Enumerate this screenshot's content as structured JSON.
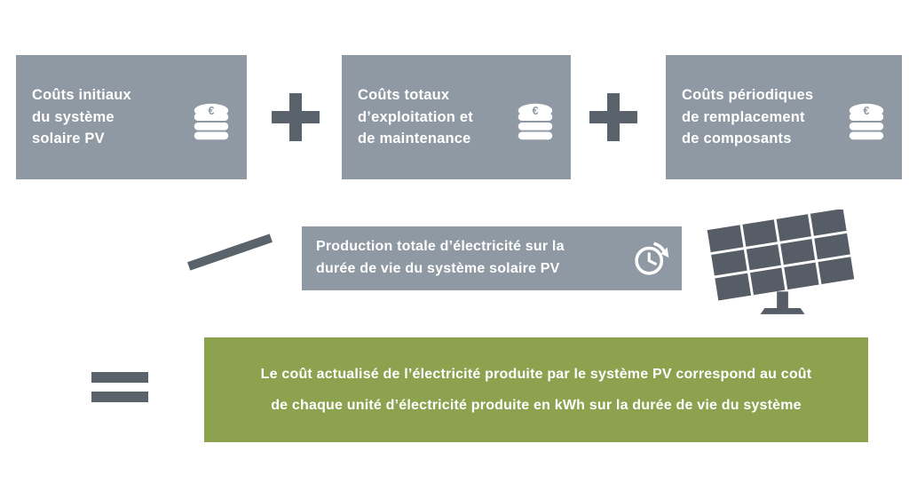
{
  "operators": {
    "plus": "+",
    "divide": "/",
    "equals": "="
  },
  "icons": {
    "euro_symbol": "€",
    "coins": "euro-coins-icon",
    "clock": "clock-arrow-icon",
    "solar_panel": "solar-panel-icon"
  },
  "numerator_boxes": [
    {
      "label": "Coûts initiaux\ndu système\nsolaire PV"
    },
    {
      "label": "Coûts totaux\nd’exploitation et\nde maintenance"
    },
    {
      "label": "Coûts périodiques\nde remplacement\nde composants"
    }
  ],
  "denominator_box": {
    "label": "Production totale d’électricité sur la\ndurée de vie du système solaire PV"
  },
  "result_box": {
    "label": "Le coût actualisé de l’électricité produite par le système PV correspond au coût\nde chaque unité d’électricité produite en kWh sur la durée de vie du système"
  },
  "colors": {
    "box_gray": "#8f99a3",
    "operator_gray": "#5a626b",
    "result_green": "#8ca24f",
    "panel_gray": "#575d66",
    "text_white": "#ffffff",
    "background": "#ffffff"
  }
}
